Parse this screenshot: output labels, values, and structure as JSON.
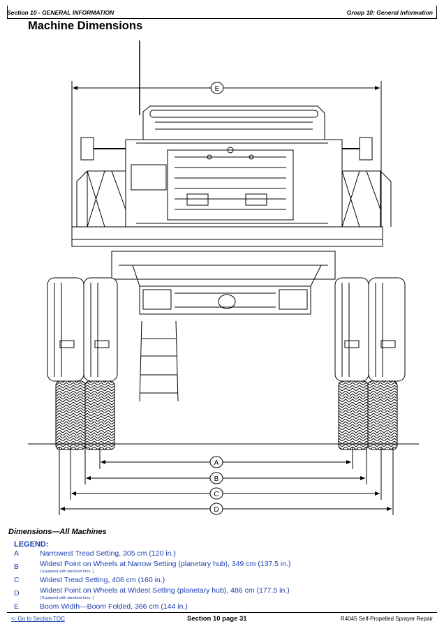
{
  "header": {
    "section": "Section 10 - GENERAL INFORMATION",
    "group": "Group 10: General Information"
  },
  "page_title": "Machine Dimensions",
  "figure": {
    "dimension_labels": [
      "E",
      "A",
      "B",
      "C",
      "D"
    ]
  },
  "dimensions_title": "Dimensions—All Machines",
  "legend": {
    "title": "LEGEND:",
    "items": [
      {
        "key": "A",
        "text": "Narrowest Tread Setting, 305 cm (120 in.)",
        "note": ""
      },
      {
        "key": "B",
        "text": "Widest Point on Wheels at Narrow Setting (planetary hub), 349 cm (137.5 in.)",
        "note": "[ Equipped with standard tires. ]"
      },
      {
        "key": "C",
        "text": "Widest Tread Setting, 406 cm (160 in.)",
        "note": ""
      },
      {
        "key": "D",
        "text": "Widest Point on Wheels at Widest Setting (planetary hub), 486 cm (177.5 in.)",
        "note": "[ Equipped with standard tires. ]"
      },
      {
        "key": "E",
        "text": "Boom Width—Boom Folded, 366 cm (144 in.)",
        "note": ""
      }
    ]
  },
  "footer": {
    "toc_link": "<- Go to Section TOC",
    "page": "Section 10 page 31",
    "doc": "R4045 Self-Propelled Sprayer Repair"
  }
}
